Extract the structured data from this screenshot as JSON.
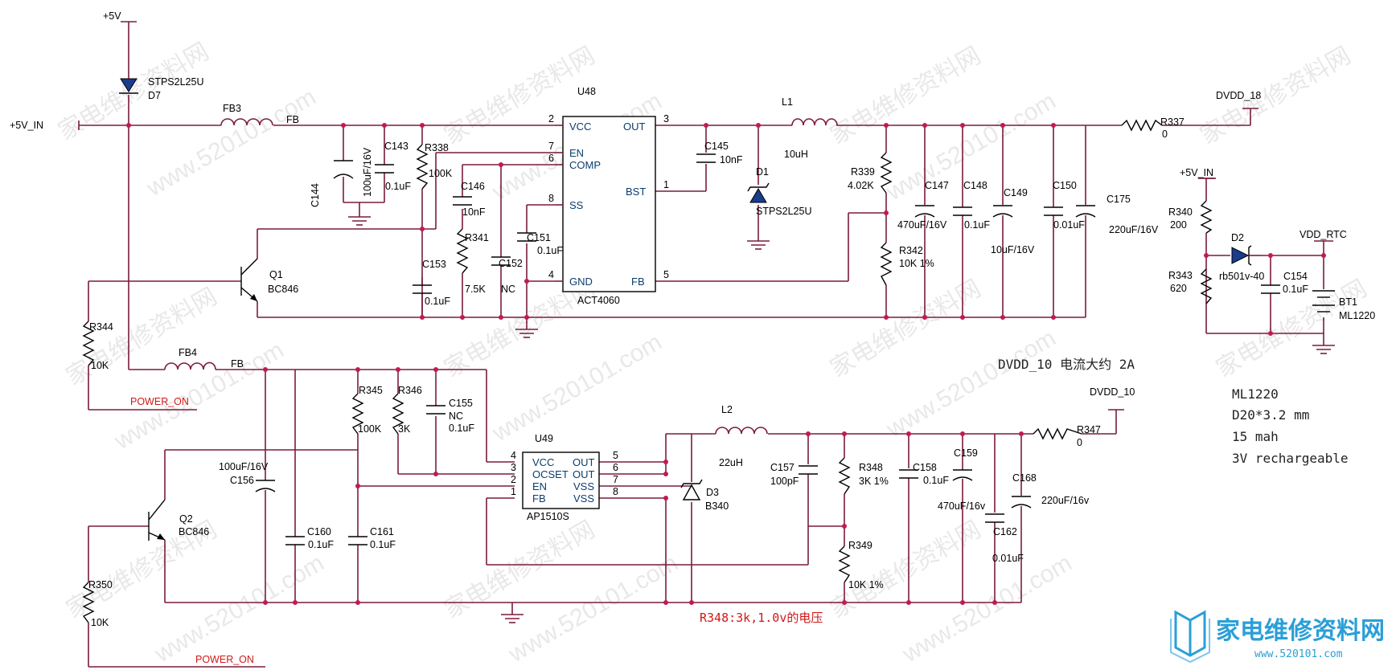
{
  "watermark": {
    "text": "家电维修资料网",
    "url": "www.520101.com"
  },
  "rails": {
    "p5v": "+5V",
    "p5v_in": "+5V_IN",
    "p5v_in2": "+5V_IN",
    "dvdd18": "DVDD_18",
    "dvdd10": "DVDD_10",
    "vdd_rtc": "VDD_RTC",
    "power_on1": "POWER_ON",
    "power_on2": "POWER_ON",
    "fb_net1": "FB",
    "fb_net2": "FB"
  },
  "u48": {
    "ref": "U48",
    "part": "ACT4060",
    "pins": {
      "vcc": "VCC",
      "en": "EN",
      "comp": "COMP",
      "ss": "SS",
      "gnd": "GND",
      "out": "OUT",
      "bst": "BST",
      "fb": "FB"
    },
    "nums": {
      "p2": "2",
      "p7": "7",
      "p6": "6",
      "p8": "8",
      "p4": "4",
      "p3": "3",
      "p1": "1",
      "p5": "5"
    }
  },
  "u49": {
    "ref": "U49",
    "part": "AP1510S",
    "pins": {
      "vcc": "VCC",
      "ocset": "OCSET",
      "en": "EN",
      "fb": "FB",
      "out1": "OUT",
      "out2": "OUT",
      "vss1": "VSS",
      "vss2": "VSS"
    },
    "nums": {
      "p4": "4",
      "p3": "3",
      "p2": "2",
      "p1": "1",
      "p5": "5",
      "p6": "6",
      "p7": "7",
      "p8": "8"
    }
  },
  "components": {
    "d7": {
      "ref": "D7",
      "value": "STPS2L25U"
    },
    "fb3": {
      "ref": "FB3"
    },
    "fb4": {
      "ref": "FB4"
    },
    "c144": {
      "ref": "C144",
      "value": "100uF/16V"
    },
    "c143": {
      "ref": "C143",
      "value": "0.1uF"
    },
    "r338": {
      "ref": "R338",
      "value": "100K"
    },
    "c146": {
      "ref": "C146",
      "value": "10nF"
    },
    "r341": {
      "ref": "R341",
      "value": "7.5K"
    },
    "c152": {
      "ref": "C152",
      "value": "NC"
    },
    "c151": {
      "ref": "C151",
      "value": "0.1uF"
    },
    "c153": {
      "ref": "C153",
      "value": "0.1uF"
    },
    "q1": {
      "ref": "Q1",
      "value": "BC846"
    },
    "r344": {
      "ref": "R344",
      "value": "10K"
    },
    "c145": {
      "ref": "C145",
      "value": "10nF"
    },
    "d1": {
      "ref": "D1",
      "value": "STPS2L25U"
    },
    "l1": {
      "ref": "L1",
      "value": "10uH"
    },
    "r339": {
      "ref": "R339",
      "value": "4.02K"
    },
    "r342": {
      "ref": "R342",
      "value": "10K 1%"
    },
    "c147": {
      "ref": "C147",
      "value": "470uF/16V"
    },
    "c148": {
      "ref": "C148",
      "value": "0.1uF"
    },
    "c149": {
      "ref": "C149",
      "value": "10uF/16V"
    },
    "c150": {
      "ref": "C150",
      "value": "0.01uF"
    },
    "c175": {
      "ref": "C175",
      "value": "220uF/16V"
    },
    "r337": {
      "ref": "R337",
      "value": "0"
    },
    "r340": {
      "ref": "R340",
      "value": "200"
    },
    "r343": {
      "ref": "R343",
      "value": "620"
    },
    "d2": {
      "ref": "D2",
      "value": "rb501v-40"
    },
    "c154": {
      "ref": "C154",
      "value": "0.1uF"
    },
    "bt1": {
      "ref": "BT1",
      "value": "ML1220"
    },
    "r345": {
      "ref": "R345",
      "value": "100K"
    },
    "r346": {
      "ref": "R346",
      "value": "3K"
    },
    "c155": {
      "ref": "C155",
      "value": "NC",
      "value2": "0.1uF"
    },
    "c156": {
      "ref": "C156",
      "value": "100uF/16V"
    },
    "c160": {
      "ref": "C160",
      "value": "0.1uF"
    },
    "c161": {
      "ref": "C161",
      "value": "0.1uF"
    },
    "q2": {
      "ref": "Q2",
      "value": "BC846"
    },
    "r350": {
      "ref": "R350",
      "value": "10K"
    },
    "l2": {
      "ref": "L2",
      "value": "22uH"
    },
    "d3": {
      "ref": "D3",
      "value": "B340"
    },
    "c157": {
      "ref": "C157",
      "value": "100pF"
    },
    "r348": {
      "ref": "R348",
      "value": "3K 1%"
    },
    "r349": {
      "ref": "R349",
      "value": "10K 1%"
    },
    "c158": {
      "ref": "C158",
      "value": "0.1uF"
    },
    "c159": {
      "ref": "C159",
      "value": "470uF/16v"
    },
    "c162": {
      "ref": "C162",
      "value": "0.01uF"
    },
    "c168": {
      "ref": "C168",
      "value": "220uF/16v"
    },
    "r347": {
      "ref": "R347",
      "value": "0"
    }
  },
  "notes": {
    "dvdd10_current": "DVDD_10 电流大约 2A",
    "ml1220": "ML1220",
    "ml_size": "D20*3.2 mm",
    "ml_cap": "15 mah",
    "ml_type": "3V rechargeable",
    "r348_note": "R348:3k,1.0v的电压"
  },
  "logo": {
    "text": "家电维修资料网",
    "url": "www.520101.com"
  },
  "colors": {
    "wire": "#7a1c3c",
    "junction": "#c2185b",
    "label_red": "#d01818",
    "logo": "#2a9fd8"
  }
}
